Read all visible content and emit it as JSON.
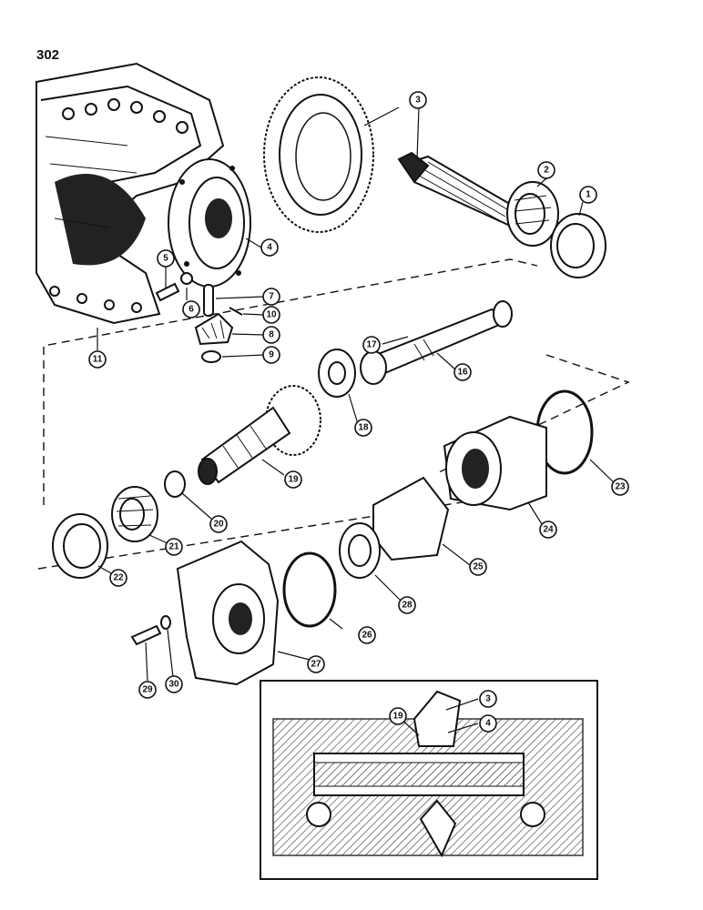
{
  "page": {
    "number": "302"
  },
  "callouts": [
    "1",
    "2",
    "3",
    "4",
    "5",
    "6",
    "7",
    "8",
    "9",
    "10",
    "11",
    "16",
    "17",
    "18",
    "19",
    "20",
    "21",
    "22",
    "23",
    "24",
    "25",
    "26",
    "27",
    "28",
    "29",
    "30"
  ],
  "inset": {
    "callouts": [
      "3",
      "4",
      "19"
    ]
  }
}
